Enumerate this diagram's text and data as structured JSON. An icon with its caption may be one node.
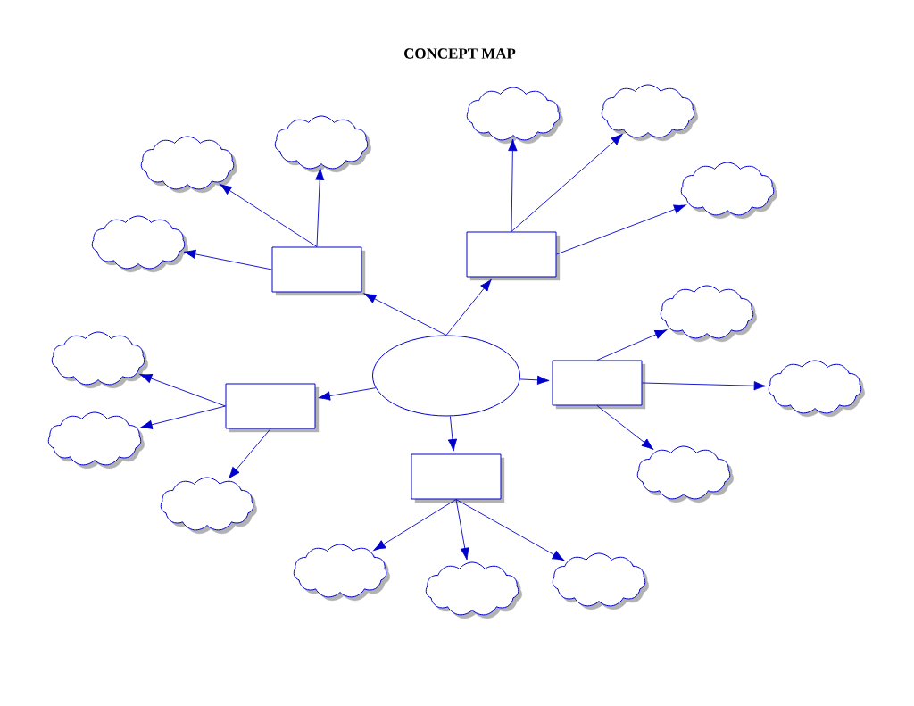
{
  "diagram": {
    "title": "CONCEPT MAP",
    "nodes": [
      {
        "text": [],
        "shape": "ellipse"
      },
      {
        "text": [],
        "shape": "box"
      },
      {
        "text": [],
        "shape": "box"
      },
      {
        "text": [],
        "shape": "box"
      },
      {
        "text": [],
        "shape": "box"
      },
      {
        "text": [],
        "shape": "box"
      },
      {
        "text": [],
        "shape": "cloud"
      },
      {
        "text": [],
        "shape": "cloud"
      },
      {
        "text": [],
        "shape": "cloud"
      },
      {
        "text": [],
        "shape": "cloud"
      },
      {
        "text": [],
        "shape": "cloud"
      },
      {
        "text": [],
        "shape": "cloud"
      },
      {
        "text": [],
        "shape": "cloud"
      },
      {
        "text": [],
        "shape": "cloud"
      },
      {
        "text": [],
        "shape": "cloud"
      },
      {
        "text": [],
        "shape": "cloud"
      },
      {
        "text": [],
        "shape": "cloud"
      },
      {
        "text": [],
        "shape": "cloud"
      },
      {
        "text": [],
        "shape": "cloud"
      },
      {
        "text": [],
        "shape": "cloud"
      },
      {
        "text": [],
        "shape": "cloud"
      }
    ],
    "edges": [
      {
        "from": 0,
        "to": 1,
        "arrow": "to"
      },
      {
        "from": 0,
        "to": 2,
        "arrow": "to"
      },
      {
        "from": 0,
        "to": 3,
        "arrow": "to"
      },
      {
        "from": 0,
        "to": 4,
        "arrow": "to"
      },
      {
        "from": 0,
        "to": 5,
        "arrow": "to"
      },
      {
        "from": 1,
        "to": 6,
        "arrow": "to"
      },
      {
        "from": 1,
        "to": 7,
        "arrow": "to"
      },
      {
        "from": 1,
        "to": 8,
        "arrow": "to"
      },
      {
        "from": 2,
        "to": 9,
        "arrow": "to"
      },
      {
        "from": 2,
        "to": 10,
        "arrow": "to"
      },
      {
        "from": 2,
        "to": 11,
        "arrow": "to"
      },
      {
        "from": 3,
        "to": 12,
        "arrow": "to"
      },
      {
        "from": 3,
        "to": 13,
        "arrow": "to"
      },
      {
        "from": 3,
        "to": 14,
        "arrow": "to"
      },
      {
        "from": 4,
        "to": 15,
        "arrow": "to"
      },
      {
        "from": 4,
        "to": 16,
        "arrow": "to"
      },
      {
        "from": 4,
        "to": 17,
        "arrow": "to"
      },
      {
        "from": 5,
        "to": 18,
        "arrow": "to"
      },
      {
        "from": 5,
        "to": 19,
        "arrow": "to"
      },
      {
        "from": 5,
        "to": 20,
        "arrow": "to"
      }
    ]
  }
}
